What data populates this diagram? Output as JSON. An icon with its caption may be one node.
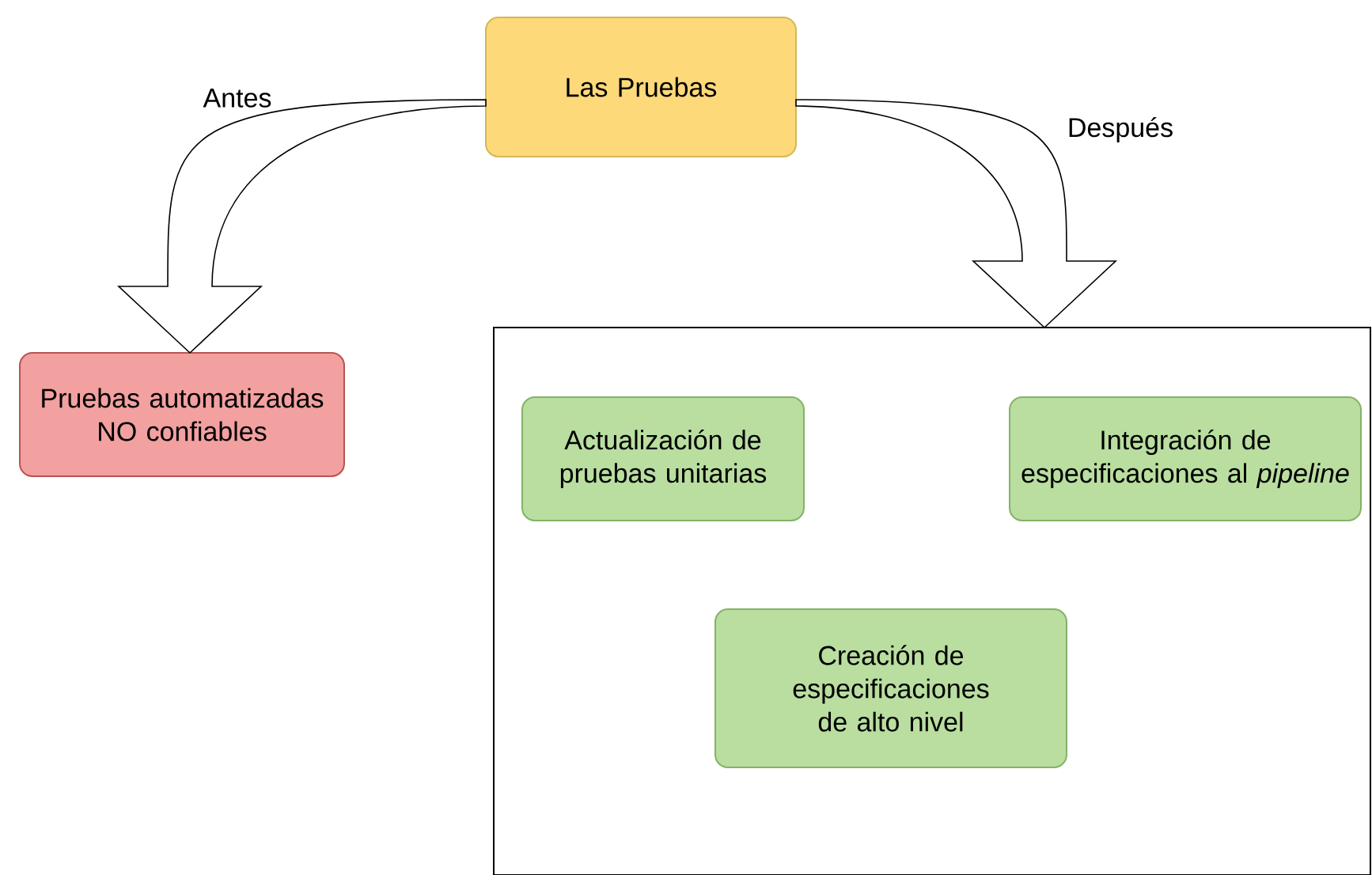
{
  "diagram": {
    "nodes": [
      {
        "text": [
          "Las Pruebas"
        ]
      },
      {
        "text": [
          "Pruebas automatizadas NO confiables"
        ]
      },
      {
        "text": [],
        "shape": "box"
      },
      {
        "text": [
          "Actualización de pruebas unitarias"
        ],
        "in": 2
      },
      {
        "text": [
          "Integración de especificaciones al *pipeline*"
        ],
        "in": 2
      },
      {
        "text": [
          "Creación de especificaciones de alto nivel"
        ],
        "in": 2
      }
    ],
    "edges": [
      {
        "from": 0,
        "to": 1,
        "arrow": "to",
        "label": "Antes"
      },
      {
        "from": 0,
        "to": 2,
        "arrow": "to",
        "label": "Después"
      }
    ]
  }
}
